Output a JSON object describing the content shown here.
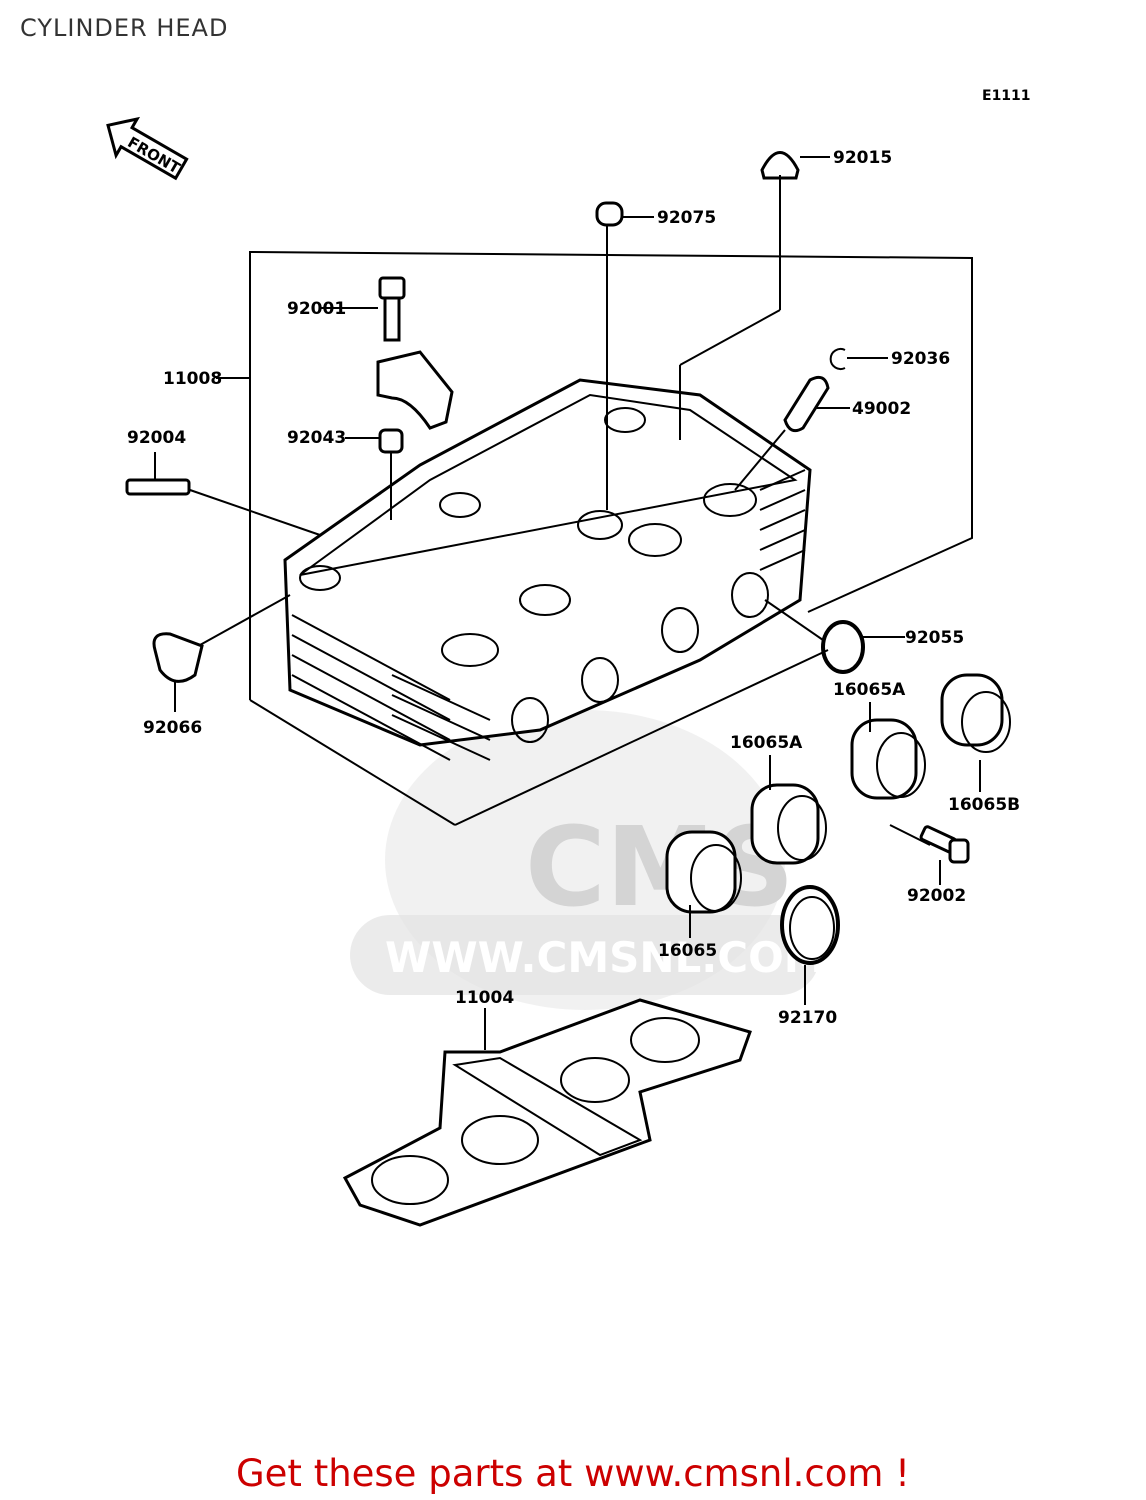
{
  "header": {
    "title": "CYLINDER HEAD",
    "diagram_code": "E1111"
  },
  "front_label": "FRONT",
  "watermark": {
    "logo_text": "CMS",
    "site_text": "WWW.CMSNL.COM"
  },
  "parts": [
    {
      "num": "92015"
    },
    {
      "num": "92075"
    },
    {
      "num": "92001"
    },
    {
      "num": "11008"
    },
    {
      "num": "92036"
    },
    {
      "num": "49002"
    },
    {
      "num": "92004"
    },
    {
      "num": "92043"
    },
    {
      "num": "92055"
    },
    {
      "num": "16065A"
    },
    {
      "num": "16065A"
    },
    {
      "num": "16065B"
    },
    {
      "num": "92066"
    },
    {
      "num": "92002"
    },
    {
      "num": "16065"
    },
    {
      "num": "11004"
    },
    {
      "num": "92170"
    }
  ],
  "footer": {
    "cta": "Get these parts at www.cmsnl.com !"
  }
}
